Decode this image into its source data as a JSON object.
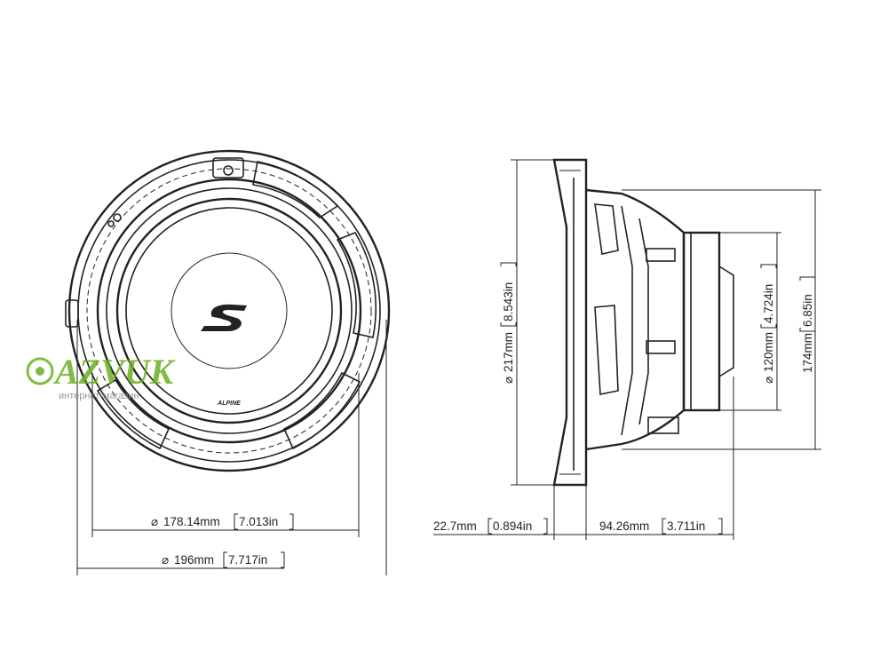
{
  "watermark": {
    "brand": "AZVUK",
    "tagline": "интернет-магазин",
    "brand_color": "#6ab023"
  },
  "front_view": {
    "logo_mark": "S",
    "brand_small": "ALPINE",
    "dim_inner": {
      "symbol": "⌀",
      "metric": "178.14mm",
      "imperial": "7.013in"
    },
    "dim_outer": {
      "symbol": "⌀",
      "metric": "196mm",
      "imperial": "7.717in"
    }
  },
  "side_view": {
    "dim_overall_diameter": {
      "symbol": "⌀",
      "metric": "217mm",
      "imperial": "8.543in"
    },
    "dim_magnet_diameter": {
      "symbol": "⌀",
      "metric": "120mm",
      "imperial": "4.724in"
    },
    "dim_basket_height": {
      "metric": "174mm",
      "imperial": "6.85in"
    },
    "dim_flange_depth": {
      "metric": "22.7mm",
      "imperial": "0.894in"
    },
    "dim_mount_depth": {
      "metric": "94.26mm",
      "imperial": "3.711in"
    }
  }
}
